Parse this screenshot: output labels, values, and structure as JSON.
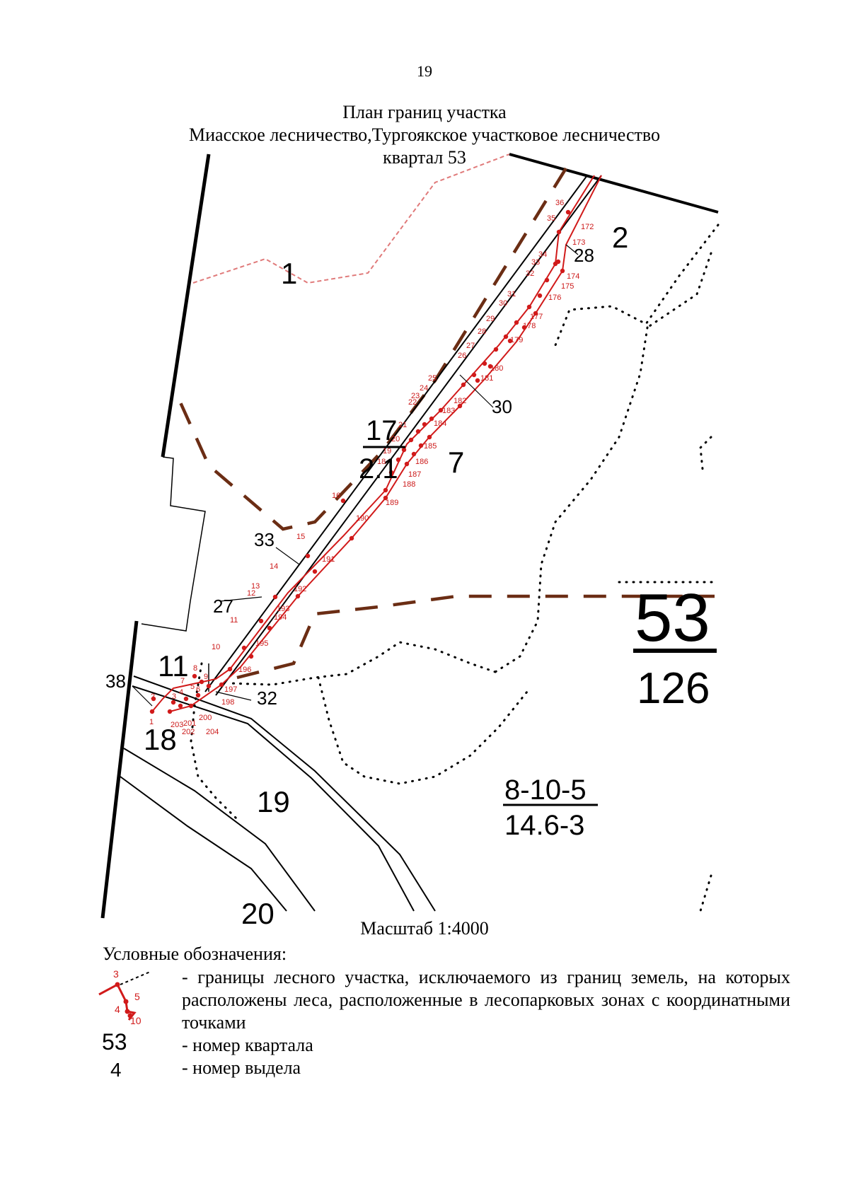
{
  "page_number": "19",
  "title": {
    "line1": "План границ участка",
    "line2": "Миасское лесничество,Тургоякское участковое лесничество",
    "line3": "квартал 53"
  },
  "map": {
    "quarter": {
      "number": "53",
      "area": "126"
    },
    "outside_labels": {
      "n1": "1",
      "n2": "2",
      "n7": "7",
      "n11": "11",
      "n18": "18",
      "n19": "19",
      "n20": "20"
    },
    "vydel_17": {
      "top": "17",
      "bottom": "2.1"
    },
    "vydel_note": {
      "top": "8-10-5",
      "bottom": "14.6-3"
    },
    "callouts": {
      "c28": "28",
      "c30": "30",
      "c33": "33",
      "c27": "27",
      "c38": "38",
      "c32": "32"
    },
    "points": [
      "1",
      "2",
      "3",
      "4",
      "5",
      "6",
      "7",
      "8",
      "9",
      "10",
      "11",
      "12",
      "13",
      "14",
      "15",
      "16",
      "18",
      "19",
      "20",
      "21",
      "22",
      "23",
      "24",
      "25",
      "26",
      "27",
      "28",
      "29",
      "30",
      "31",
      "32",
      "33",
      "34",
      "35",
      "36",
      "172",
      "173",
      "174",
      "175",
      "176",
      "177",
      "178",
      "179",
      "180",
      "181",
      "182",
      "183",
      "184",
      "185",
      "186",
      "187",
      "188",
      "189",
      "190",
      "191",
      "192",
      "193",
      "194",
      "195",
      "196",
      "197",
      "198",
      "200",
      "201",
      "202",
      "203",
      "204"
    ],
    "colors": {
      "boundary": "#d11a1a",
      "dash_brown": "#6b2d14",
      "pink_dash": "#e07a7a",
      "black": "#000000"
    }
  },
  "scale": "Масштаб 1:4000",
  "legend": {
    "title": "Условные обозначения:",
    "item1_text": "- границы лесного участка, исключаемого из границ земель, на которых расположены леса, расположенные в лесопарковых зонах с координатными точками",
    "item2_text": "- номер квартала",
    "item3_text": "- номер выдела",
    "sym1_points": {
      "p3": "3",
      "p4": "4",
      "p5": "5",
      "p10": "10"
    },
    "sym_quarter": "53",
    "sym_vydel": "4"
  }
}
